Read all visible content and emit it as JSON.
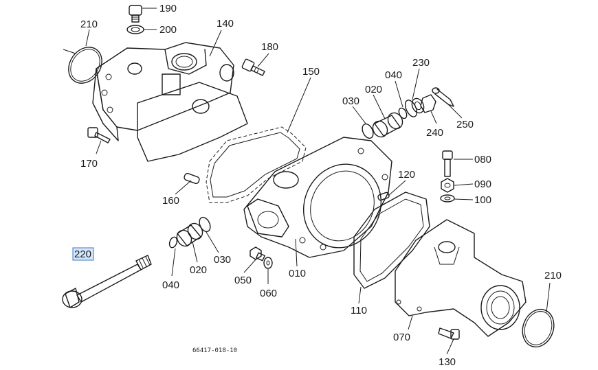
{
  "callouts": {
    "c190": "190",
    "c200": "200",
    "c210a": "210",
    "c140": "140",
    "c180": "180",
    "c150": "150",
    "c040a": "040",
    "c230": "230",
    "c020a": "020",
    "c030a": "030",
    "c240": "240",
    "c250": "250",
    "c170": "170",
    "c080": "080",
    "c120": "120",
    "c090": "090",
    "c100": "100",
    "c160": "160",
    "c220": "220",
    "c030b": "030",
    "c020b": "020",
    "c040b": "040",
    "c050": "050",
    "c060": "060",
    "c010": "010",
    "c110": "110",
    "c070": "070",
    "c210b": "210",
    "c130": "130"
  },
  "drawing_number": "66417-018-10",
  "colors": {
    "line": "#1a1a1a",
    "highlight": "#d4e6fb",
    "highlight_border": "#3a78c3"
  }
}
